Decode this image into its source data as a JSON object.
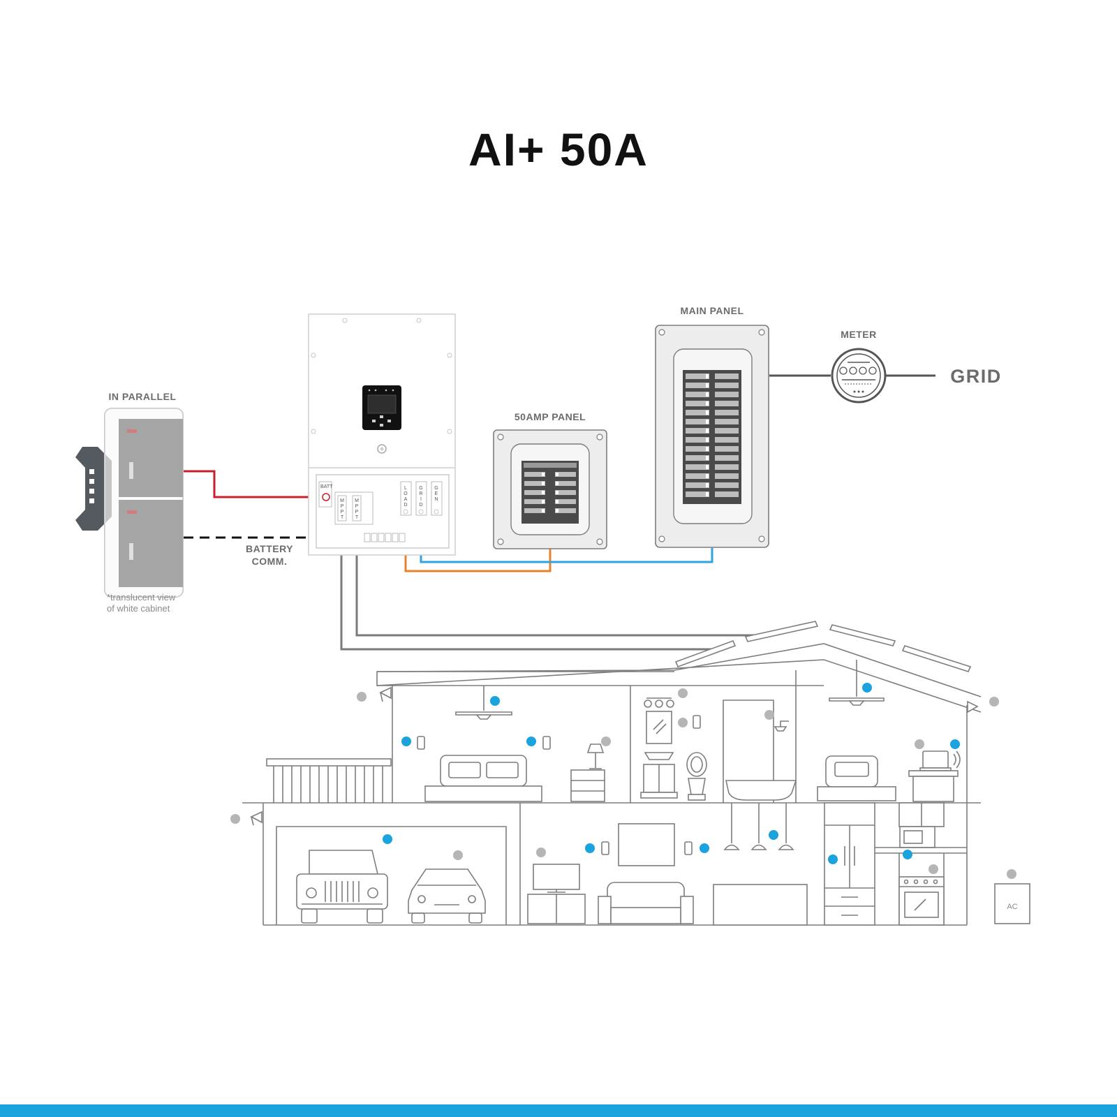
{
  "title": "AI+ 50A",
  "labels": {
    "in_parallel": "IN PARALLEL",
    "battery_comm_1": "BATTERY",
    "battery_comm_2": "COMM.",
    "note_1": "*translucent view",
    "note_2": "of white cabinet",
    "amp_panel": "50AMP PANEL",
    "main_panel": "MAIN PANEL",
    "meter": "METER",
    "grid": "GRID",
    "ac": "AC"
  },
  "inverter_ports": {
    "batt": "BATT",
    "mppt": [
      "M",
      "P",
      "P",
      "T"
    ],
    "load": [
      "L",
      "O",
      "A",
      "D"
    ],
    "grid": [
      "G",
      "R",
      "I",
      "D"
    ],
    "gen": [
      "G",
      "E",
      "N"
    ]
  },
  "colors": {
    "battery_wire": "#c8202a",
    "load_wire": "#e8812a",
    "grid_wire": "#2ea3dd",
    "pv_wire": "#7a7a7a",
    "comm_wire": "#111111",
    "backed_up_dot": "#1aa3dd",
    "grid_dot": "#b5b5b5",
    "accent_bar": "#1aa3dd"
  },
  "legend_dots": {
    "backed_up_color_name": "blue",
    "grid_only_color_name": "gray"
  }
}
